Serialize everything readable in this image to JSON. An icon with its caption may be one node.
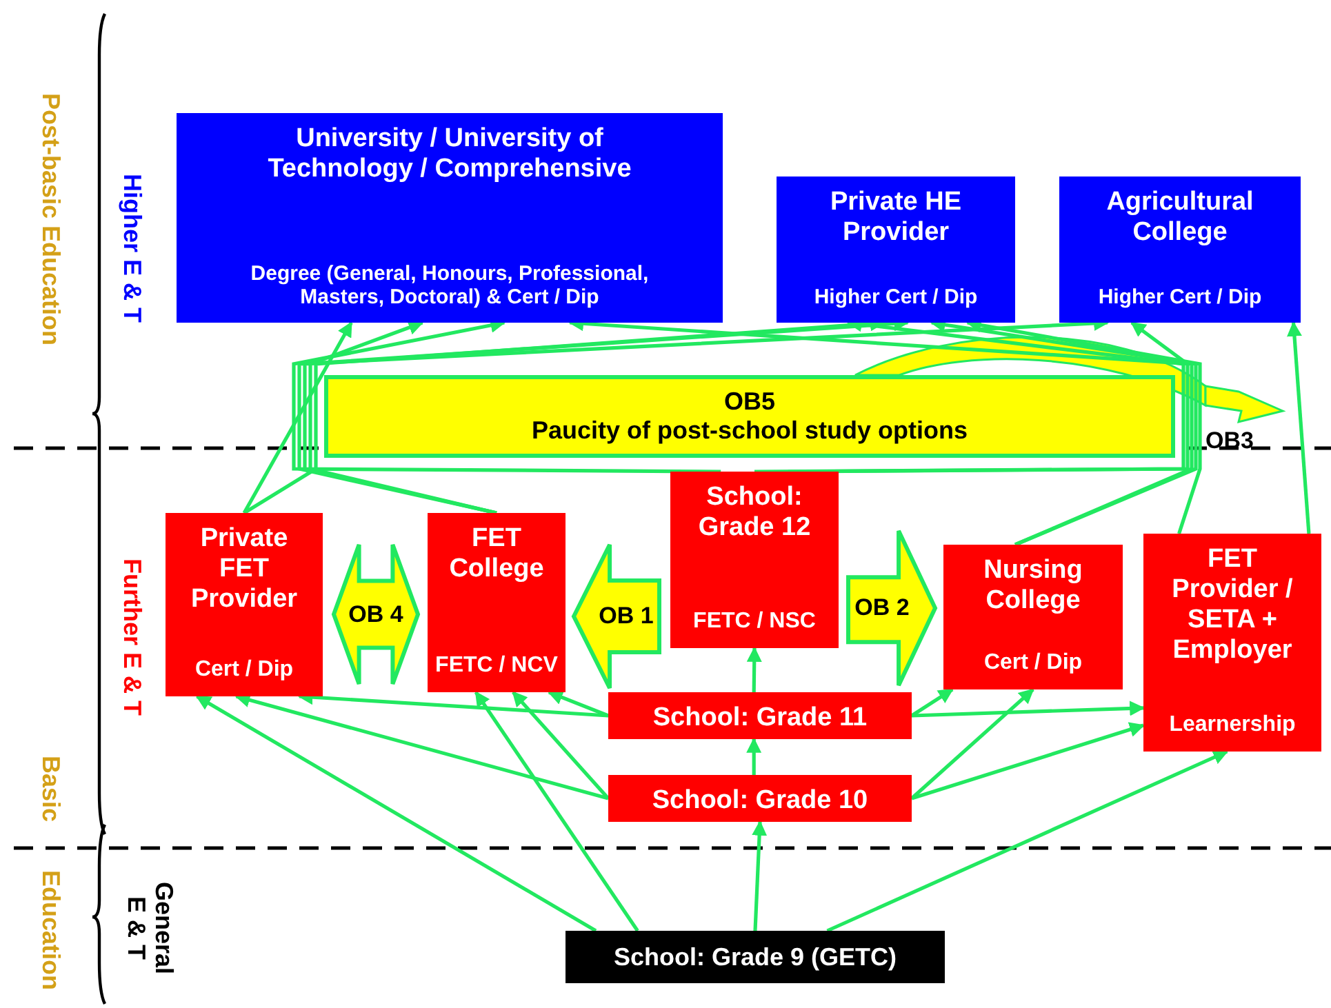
{
  "diagram": {
    "nodes": [
      {
        "text": [
          "University / University of Technology / Comprehensive",
          "Degree (General, Honours, Professional, Masters, Doctoral) & Cert / Dip"
        ]
      },
      {
        "text": [
          "Private HE Provider",
          "Higher Cert / Dip"
        ]
      },
      {
        "text": [
          "Agricultural College",
          "Higher Cert / Dip"
        ]
      },
      {
        "text": [
          "OB5",
          "Paucity of post-school study options"
        ]
      },
      {
        "text": [
          "OB3"
        ]
      },
      {
        "text": [
          "Private FET Provider",
          "Cert / Dip"
        ]
      },
      {
        "text": [
          "OB 4"
        ]
      },
      {
        "text": [
          "FET College",
          "FETC / NCV"
        ]
      },
      {
        "text": [
          "OB 1"
        ]
      },
      {
        "text": [
          "School: Grade 12",
          "FETC / NSC"
        ]
      },
      {
        "text": [
          "OB 2"
        ]
      },
      {
        "text": [
          "Nursing College",
          "Cert / Dip"
        ]
      },
      {
        "text": [
          "FET Provider / SETA + Employer",
          "Learnership"
        ]
      },
      {
        "text": [
          "School: Grade 11"
        ]
      },
      {
        "text": [
          "School: Grade 10"
        ]
      },
      {
        "text": [
          "School: Grade 9 (GETC)"
        ]
      }
    ],
    "edges": [
      {
        "from": 15,
        "to": 14,
        "arrow": "to"
      },
      {
        "from": 14,
        "to": 13,
        "arrow": "to"
      },
      {
        "from": 13,
        "to": 9,
        "arrow": "to"
      },
      {
        "from": 15,
        "to": 5,
        "arrow": "to"
      },
      {
        "from": 15,
        "to": 7,
        "arrow": "to"
      },
      {
        "from": 15,
        "to": 12,
        "arrow": "to"
      },
      {
        "from": 14,
        "to": 5,
        "arrow": "to"
      },
      {
        "from": 14,
        "to": 7,
        "arrow": "to"
      },
      {
        "from": 14,
        "to": 11,
        "arrow": "to"
      },
      {
        "from": 14,
        "to": 12,
        "arrow": "to"
      },
      {
        "from": 13,
        "to": 5,
        "arrow": "to"
      },
      {
        "from": 13,
        "to": 7,
        "arrow": "to"
      },
      {
        "from": 13,
        "to": 11,
        "arrow": "to"
      },
      {
        "from": 13,
        "to": 12,
        "arrow": "to"
      },
      {
        "from": 5,
        "to": 0,
        "arrow": "to"
      },
      {
        "from": 5,
        "to": 1,
        "arrow": "to"
      },
      {
        "from": 7,
        "to": 0,
        "arrow": "to"
      },
      {
        "from": 7,
        "to": 1,
        "arrow": "to"
      },
      {
        "from": 7,
        "to": 2,
        "arrow": "to"
      },
      {
        "from": 9,
        "to": 0,
        "arrow": "to"
      },
      {
        "from": 9,
        "to": 1,
        "arrow": "to"
      },
      {
        "from": 9,
        "to": 2,
        "arrow": "to"
      },
      {
        "from": 11,
        "to": 0,
        "arrow": "to"
      },
      {
        "from": 11,
        "to": 1,
        "arrow": "to"
      },
      {
        "from": 12,
        "to": 2,
        "arrow": "to"
      },
      {
        "from": 12,
        "to": 1,
        "arrow": "to"
      }
    ],
    "labels": [
      "Post-basic Education",
      "Higher E & T",
      "Further E & T",
      "Basic Education",
      "General E & T"
    ]
  }
}
